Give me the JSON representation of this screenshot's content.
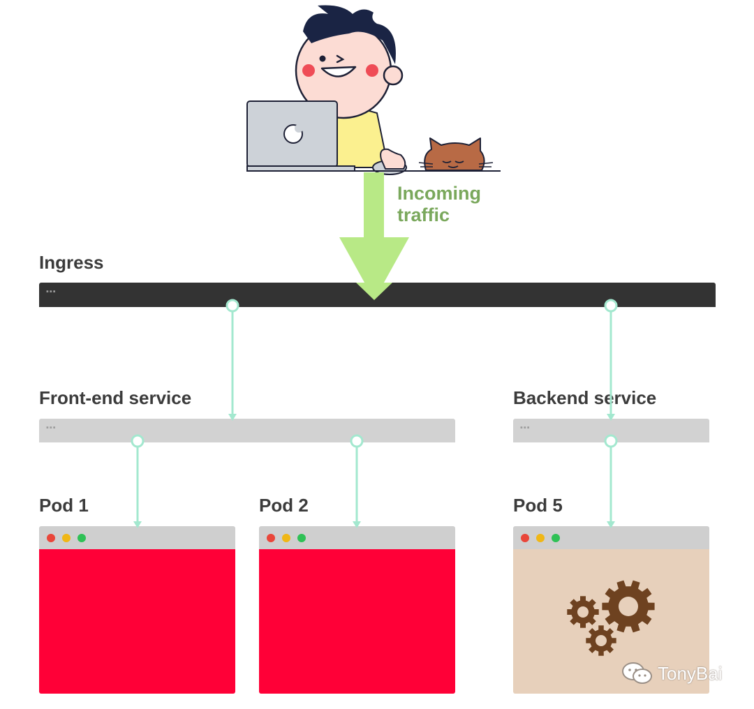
{
  "incoming_traffic": {
    "line1": "Incoming",
    "line2": "traffic"
  },
  "ingress": {
    "label": "Ingress"
  },
  "services": {
    "frontend": {
      "label": "Front-end service"
    },
    "backend": {
      "label": "Backend service"
    }
  },
  "pods": [
    {
      "label": "Pod 1",
      "kind": "front-end"
    },
    {
      "label": "Pod 2",
      "kind": "front-end"
    },
    {
      "label": "Pod 5",
      "kind": "backend"
    }
  ],
  "watermark": {
    "text": "TonyBai",
    "icon": "wechat-icon"
  },
  "colors": {
    "arrow": "#b8e986",
    "traffic_text": "#7aa85c",
    "connector": "#a3e8cf",
    "ingress_bar": "#333333",
    "service_bar": "#d2d2d2",
    "frontend_pod": "#ff0037",
    "backend_pod": "#e7d0bb",
    "gear": "#6e4220",
    "traffic_light_red": "#e9463a",
    "traffic_light_yellow": "#f0b716",
    "traffic_light_green": "#2fc156"
  }
}
